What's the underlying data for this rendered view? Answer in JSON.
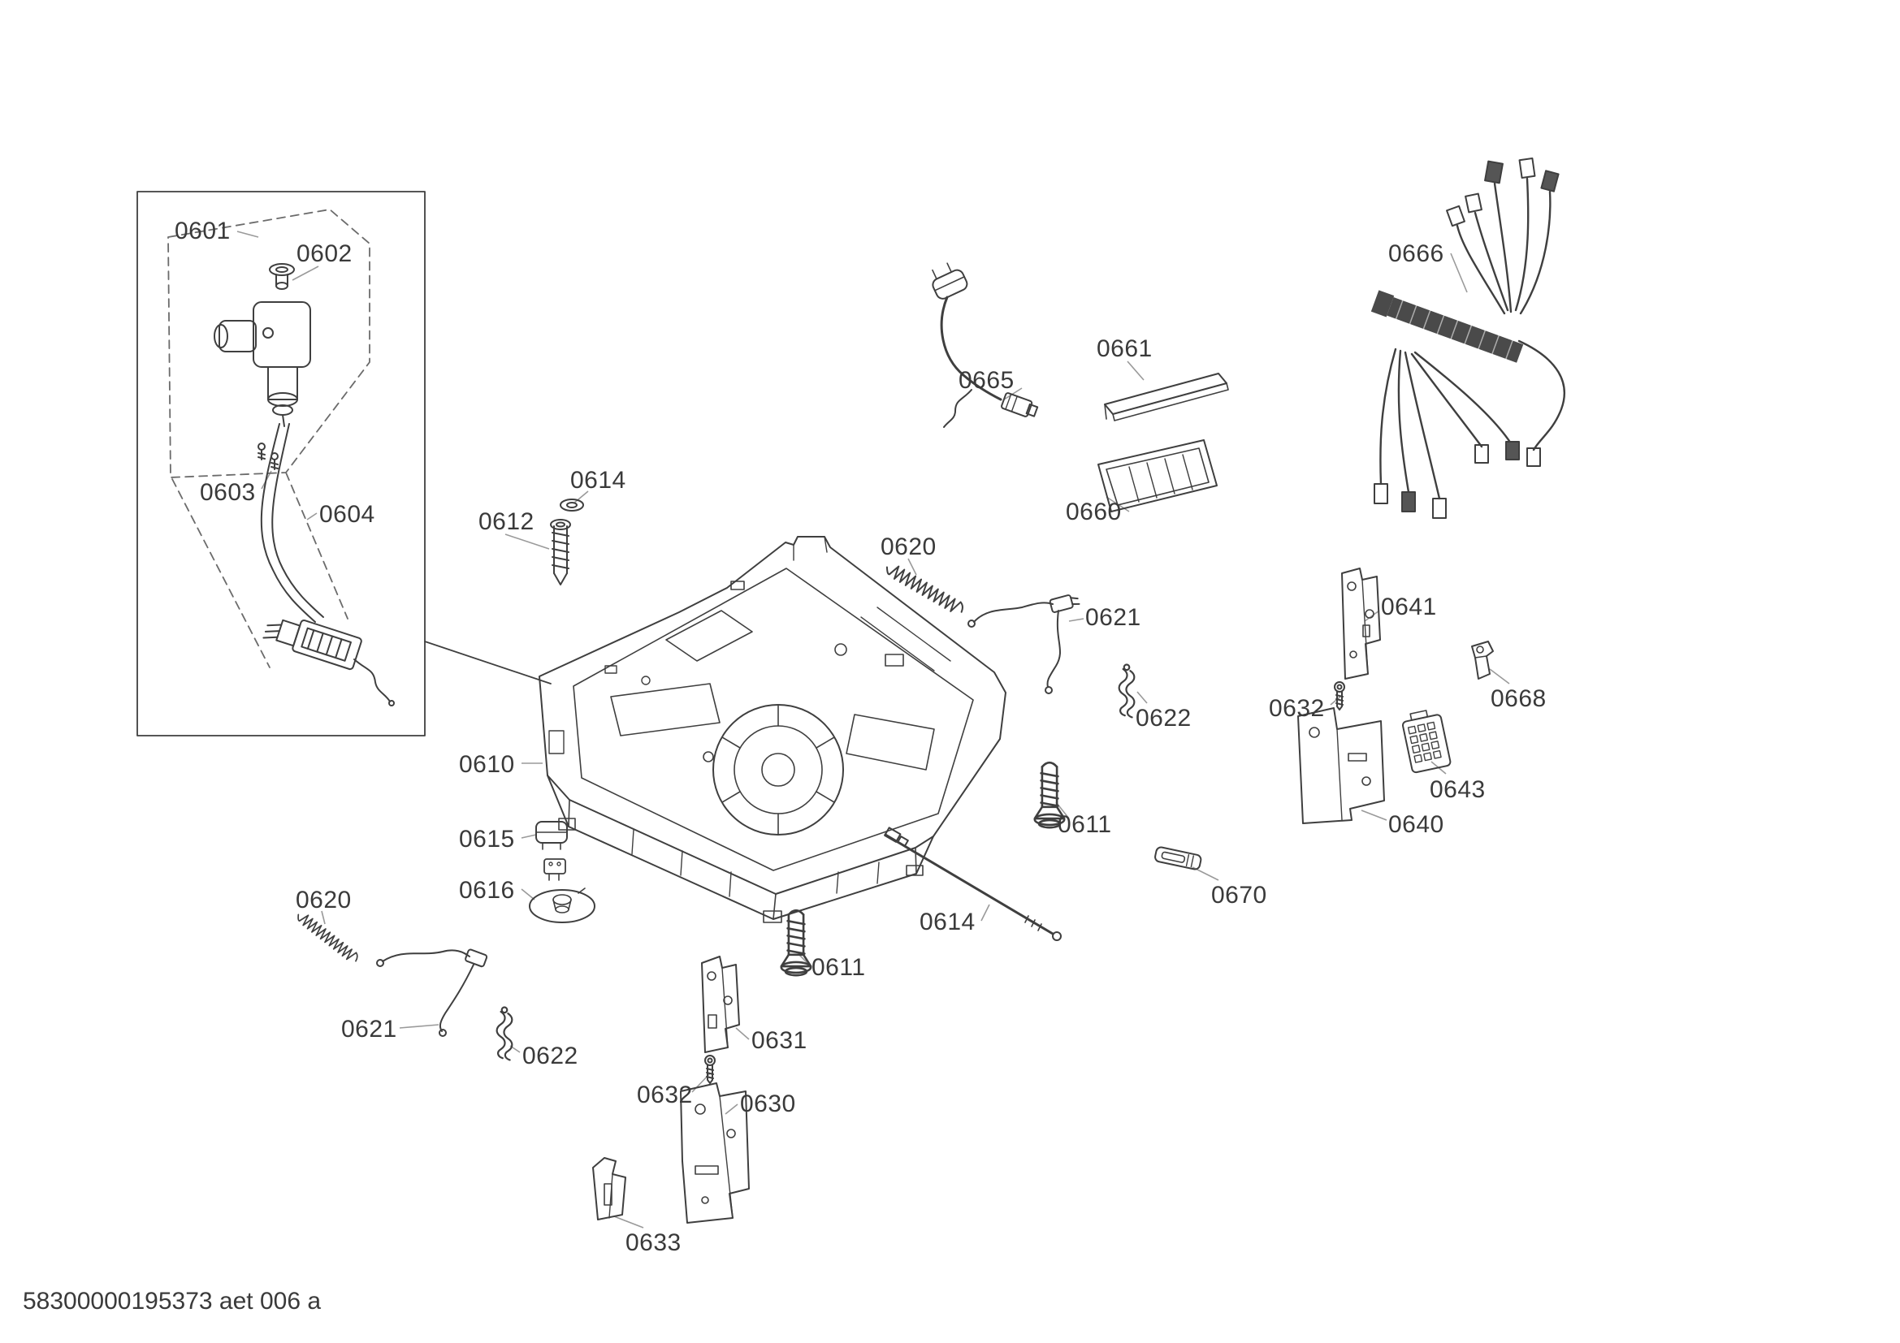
{
  "page": {
    "footer": "58300000195373 aet 006 a",
    "background": "#ffffff"
  },
  "colors": {
    "line": "#3f3f3f",
    "leader": "#9a9a9a",
    "label_text": "#3a3a3a",
    "dashed": "#6b6b6b",
    "harness_fill": "#4a4a4a"
  },
  "diagram": {
    "labels": [
      {
        "part": "0601",
        "text": "0601"
      },
      {
        "part": "0602",
        "text": "0602"
      },
      {
        "part": "0603",
        "text": "0603"
      },
      {
        "part": "0604",
        "text": "0604"
      },
      {
        "part": "0614",
        "text": "0614"
      },
      {
        "part": "0612",
        "text": "0612"
      },
      {
        "part": "0620",
        "text": "0620"
      },
      {
        "part": "0621",
        "text": "0621"
      },
      {
        "part": "0622",
        "text": "0622"
      },
      {
        "part": "0665",
        "text": "0665"
      },
      {
        "part": "0661",
        "text": "0661"
      },
      {
        "part": "0660",
        "text": "0660"
      },
      {
        "part": "0666",
        "text": "0666"
      },
      {
        "part": "0641",
        "text": "0641"
      },
      {
        "part": "0632",
        "text": "0632"
      },
      {
        "part": "0668",
        "text": "0668"
      },
      {
        "part": "0643",
        "text": "0643"
      },
      {
        "part": "0640",
        "text": "0640"
      },
      {
        "part": "0610",
        "text": "0610"
      },
      {
        "part": "0615",
        "text": "0615"
      },
      {
        "part": "0616",
        "text": "0616"
      },
      {
        "part": "0620",
        "text": "0620"
      },
      {
        "part": "0611",
        "text": "0611"
      },
      {
        "part": "0670",
        "text": "0670"
      },
      {
        "part": "0614",
        "text": "0614"
      },
      {
        "part": "0611",
        "text": "0611"
      },
      {
        "part": "0621",
        "text": "0621"
      },
      {
        "part": "0622",
        "text": "0622"
      },
      {
        "part": "0631",
        "text": "0631"
      },
      {
        "part": "0632",
        "text": "0632"
      },
      {
        "part": "0630",
        "text": "0630"
      },
      {
        "part": "0633",
        "text": "0633"
      }
    ]
  }
}
